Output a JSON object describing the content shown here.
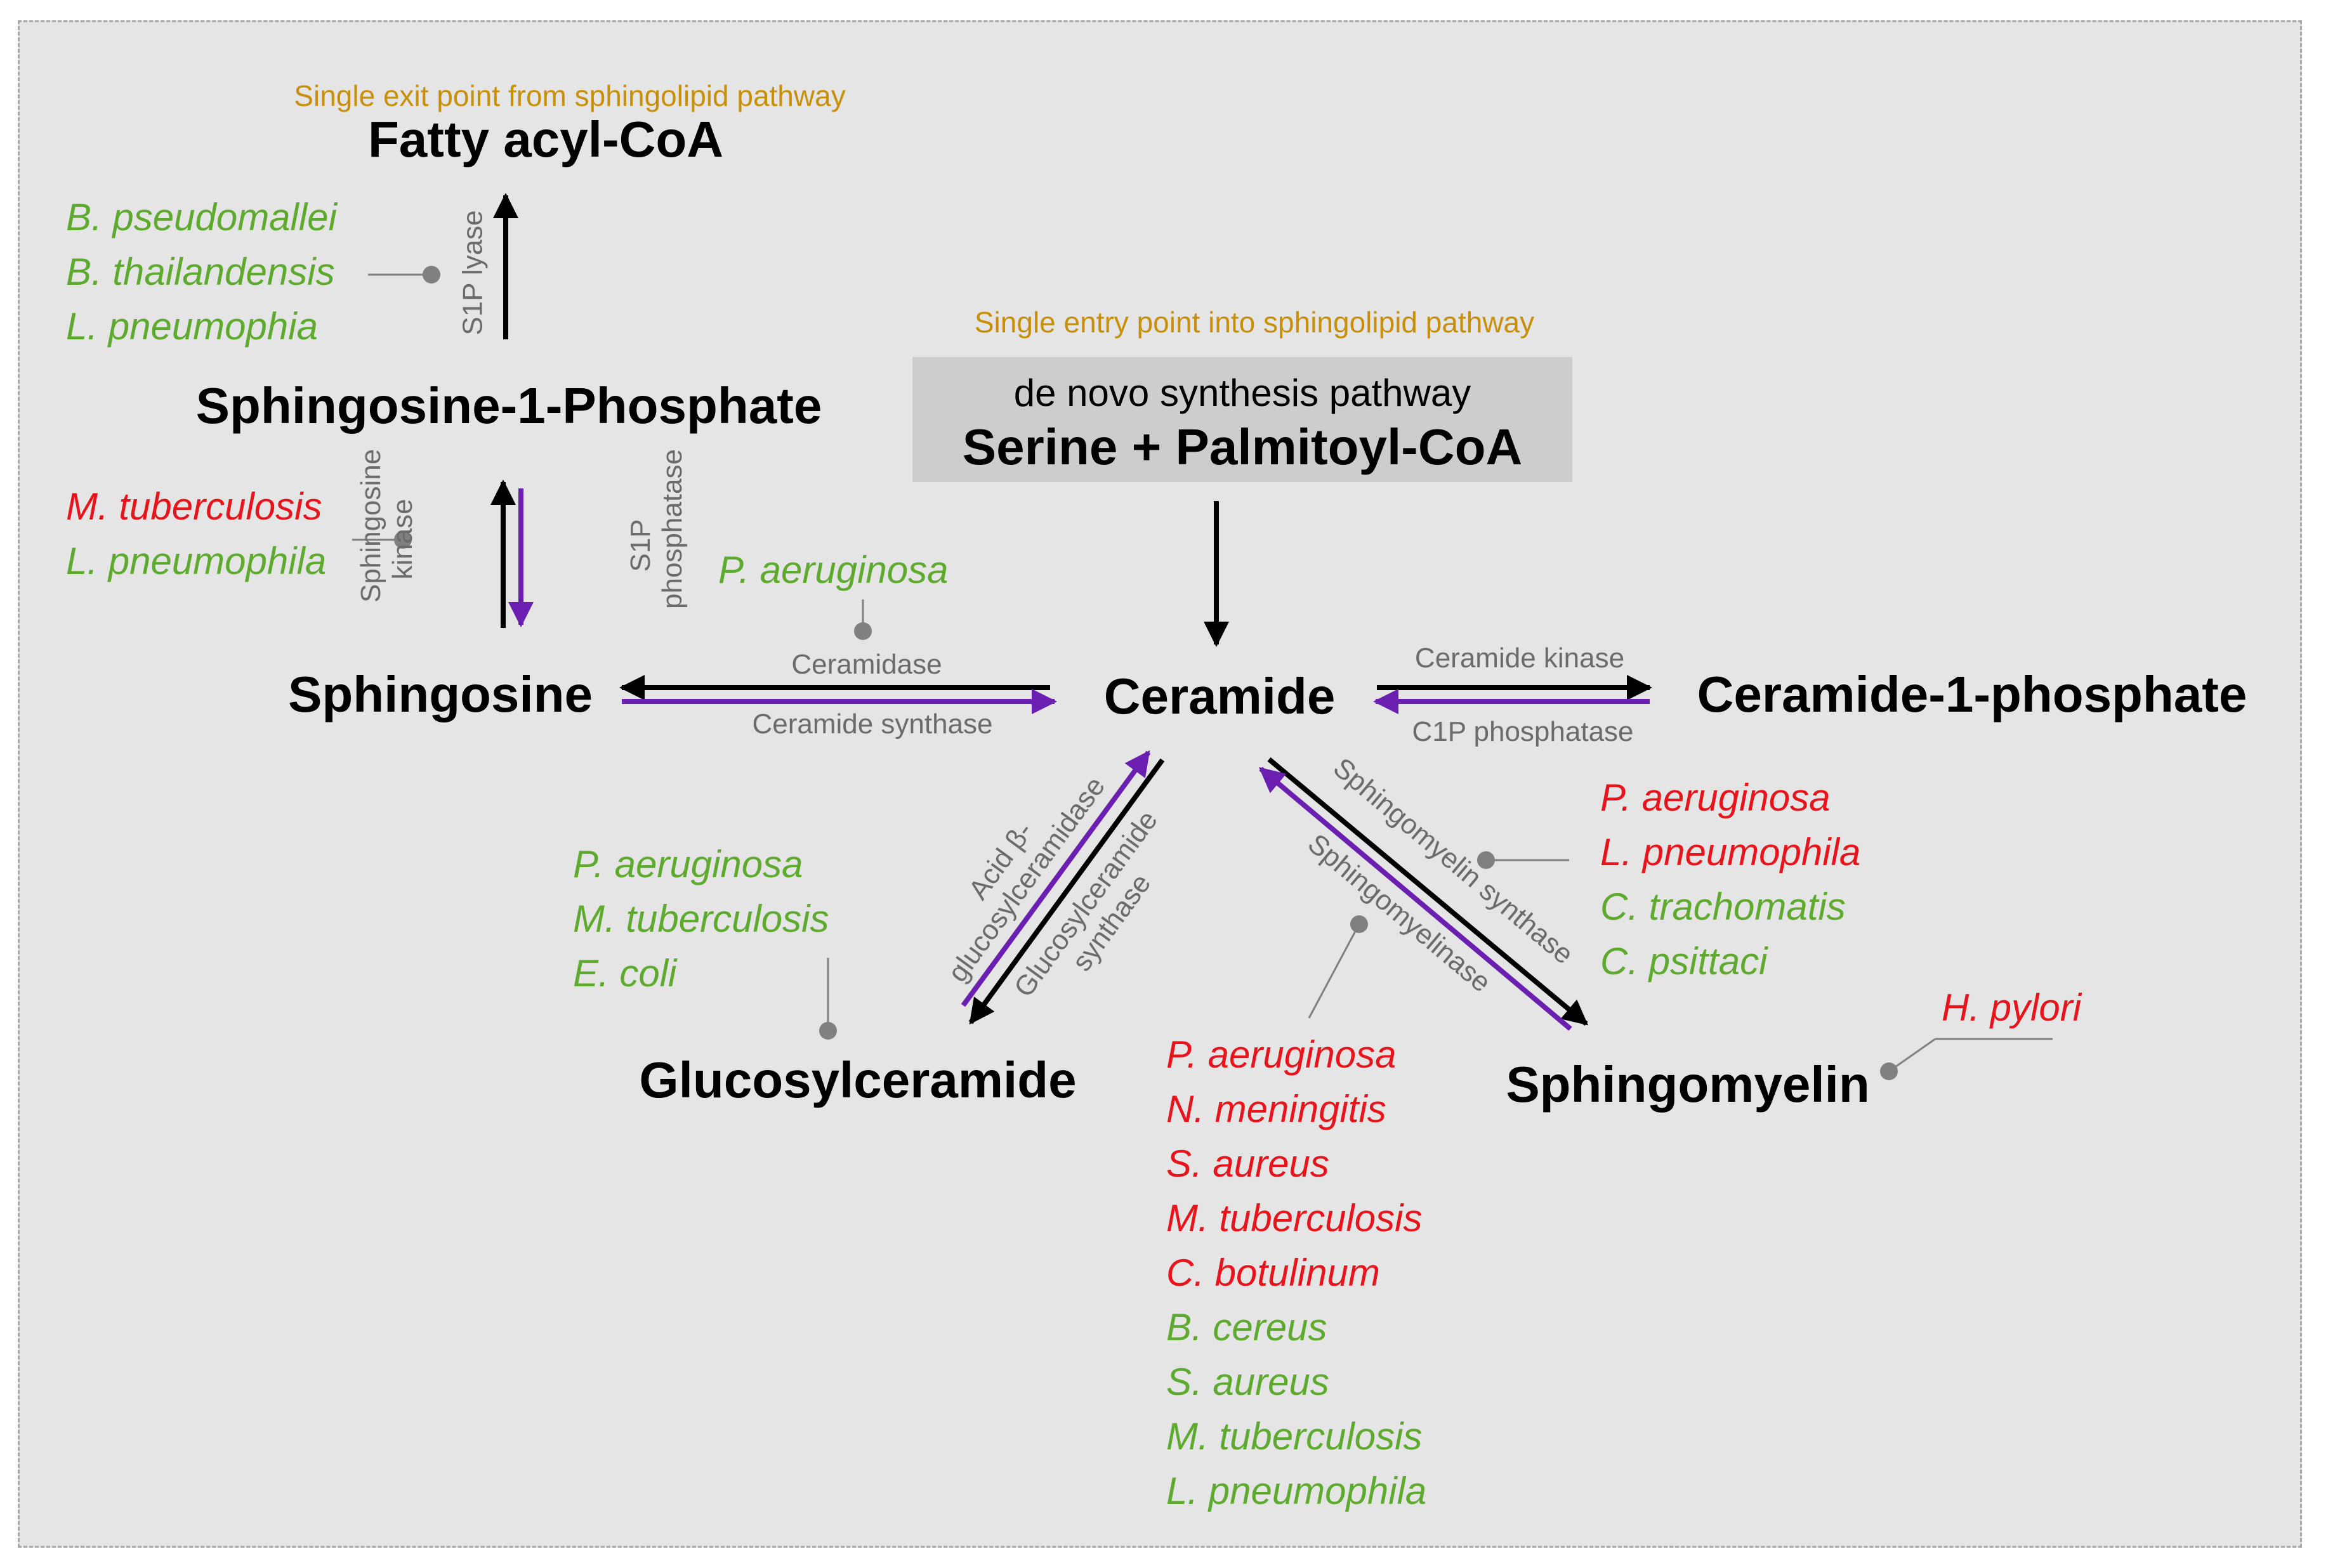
{
  "nodes": {
    "fatty_acyl_coa": "Fatty acyl-CoA",
    "s1p": "Sphingosine-1-Phosphate",
    "sphingosine": "Sphingosine",
    "ceramide": "Ceramide",
    "c1p": "Ceramide-1-phosphate",
    "glucosylceramide": "Glucosylceramide",
    "sphingomyelin": "Sphingomyelin",
    "de_novo_label": "de novo synthesis pathway",
    "serine": "Serine + Palmitoyl-CoA"
  },
  "notes": {
    "exit": "Single exit point from sphingolipid pathway",
    "entry": "Single entry point into sphingolipid pathway"
  },
  "enzymes": {
    "s1p_lyase": "S1P lyase",
    "sph_kinase_1": "Sphingosine",
    "sph_kinase_2": "kinase",
    "s1p_phos_1": "S1P",
    "s1p_phos_2": "phosphatase",
    "ceramidase": "Ceramidase",
    "ceramide_synthase": "Ceramide synthase",
    "ceramide_kinase": "Ceramide kinase",
    "c1p_phosphatase": "C1P phosphatase",
    "acid_gc_1": "Acid β-",
    "acid_gc_2": "glucosylceramidase",
    "gc_synthase_1": "Glucosylceramide",
    "gc_synthase_2": "synthase",
    "sm_synthase": "Sphingomyelin synthase",
    "sphingomyelinase": "Sphingomyelinase"
  },
  "species_groups": {
    "s1p_lyase": [
      {
        "name": "B. pseudomallei",
        "color": "#5eaa2e"
      },
      {
        "name": "B. thailandensis",
        "color": "#5eaa2e"
      },
      {
        "name": "L. pneumophia",
        "color": "#5eaa2e"
      }
    ],
    "sph_kinase": [
      {
        "name": "M. tuberculosis",
        "color": "#e8141c"
      },
      {
        "name": "L. pneumophila",
        "color": "#5eaa2e"
      }
    ],
    "ceramidase": [
      {
        "name": "P. aeruginosa",
        "color": "#5eaa2e"
      }
    ],
    "glucosylceramide": [
      {
        "name": "P. aeruginosa",
        "color": "#5eaa2e"
      },
      {
        "name": "M. tuberculosis",
        "color": "#5eaa2e"
      },
      {
        "name": "E. coli",
        "color": "#5eaa2e"
      }
    ],
    "sm_synthase": [
      {
        "name": "P. aeruginosa",
        "color": "#e8141c"
      },
      {
        "name": "L. pneumophila",
        "color": "#e8141c"
      },
      {
        "name": "C. trachomatis",
        "color": "#5eaa2e"
      },
      {
        "name": "C. psittaci",
        "color": "#5eaa2e"
      }
    ],
    "sphingomyelinase": [
      {
        "name": "P. aeruginosa",
        "color": "#e8141c"
      },
      {
        "name": "N. meningitis",
        "color": "#e8141c"
      },
      {
        "name": "S. aureus",
        "color": "#e8141c"
      },
      {
        "name": "M. tuberculosis",
        "color": "#e8141c"
      },
      {
        "name": "C. botulinum",
        "color": "#e8141c"
      },
      {
        "name": "B. cereus",
        "color": "#5eaa2e"
      },
      {
        "name": "S. aureus",
        "color": "#5eaa2e"
      },
      {
        "name": "M. tuberculosis",
        "color": "#5eaa2e"
      },
      {
        "name": "L. pneumophila",
        "color": "#5eaa2e"
      }
    ],
    "sphingomyelin": [
      {
        "name": "H. pylori",
        "color": "#e8141c"
      }
    ]
  },
  "colors": {
    "background": "#e5e5e5",
    "forward_arrow": "#000000",
    "reverse_arrow": "#6a1fb0",
    "note_text": "#c8900a",
    "enzyme_text": "#6b6b6b",
    "pathogen_inhibit_red": "#e8141c",
    "pathogen_green": "#5eaa2e",
    "connector": "#808080",
    "entry_box": "#cdcdcd"
  }
}
